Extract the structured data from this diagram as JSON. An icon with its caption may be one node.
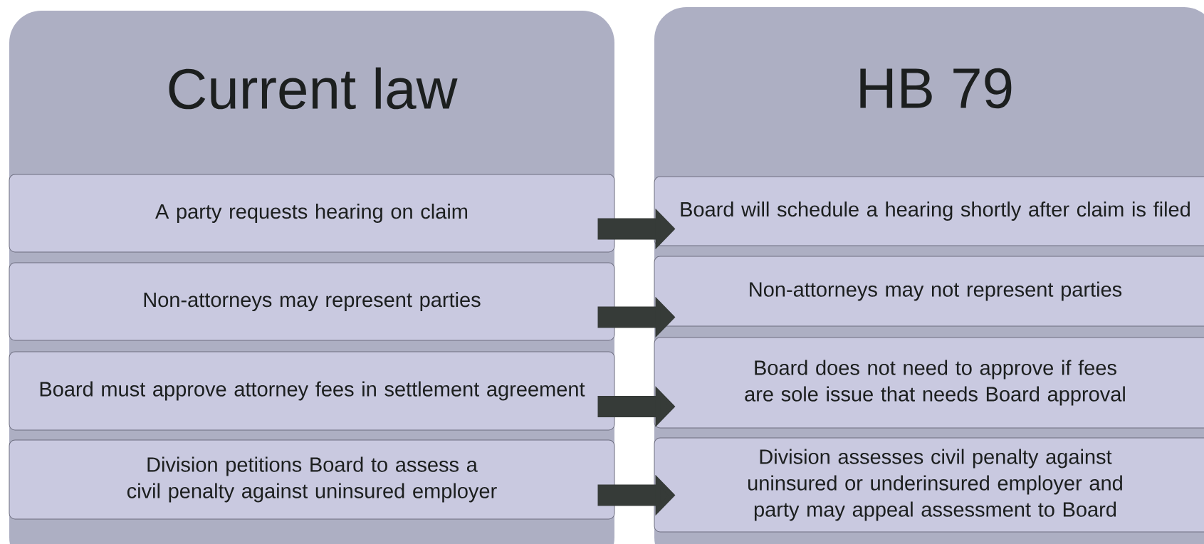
{
  "diagram": {
    "nodes": [
      {
        "text": [
          "Current law"
        ]
      },
      {
        "text": [
          "A party requests hearing on claim"
        ],
        "in": 0
      },
      {
        "text": [
          "Non-attorneys may represent parties"
        ],
        "in": 0
      },
      {
        "text": [
          "Board must approve attorney fees in settlement agreement"
        ],
        "in": 0
      },
      {
        "text": [
          "Division petitions Board to assess a civil penalty against uninsured employer"
        ],
        "in": 0
      },
      {
        "text": [
          "HB 79"
        ]
      },
      {
        "text": [
          "Board will schedule a hearing shortly after claim is filed"
        ],
        "in": 5
      },
      {
        "text": [
          "Non-attorneys may not represent parties"
        ],
        "in": 5
      },
      {
        "text": [
          "Board does not need to approve if fees are sole issue that needs Board approval"
        ],
        "in": 5
      },
      {
        "text": [
          "Division assesses civil penalty against uninsured or underinsured employer and party may appeal assessment to Board"
        ],
        "in": 5
      }
    ],
    "edges": [
      {
        "from": 1,
        "to": 6,
        "arrow": "to"
      },
      {
        "from": 2,
        "to": 7,
        "arrow": "to"
      },
      {
        "from": 3,
        "to": 8,
        "arrow": "to"
      },
      {
        "from": 4,
        "to": 9,
        "arrow": "to"
      }
    ]
  }
}
